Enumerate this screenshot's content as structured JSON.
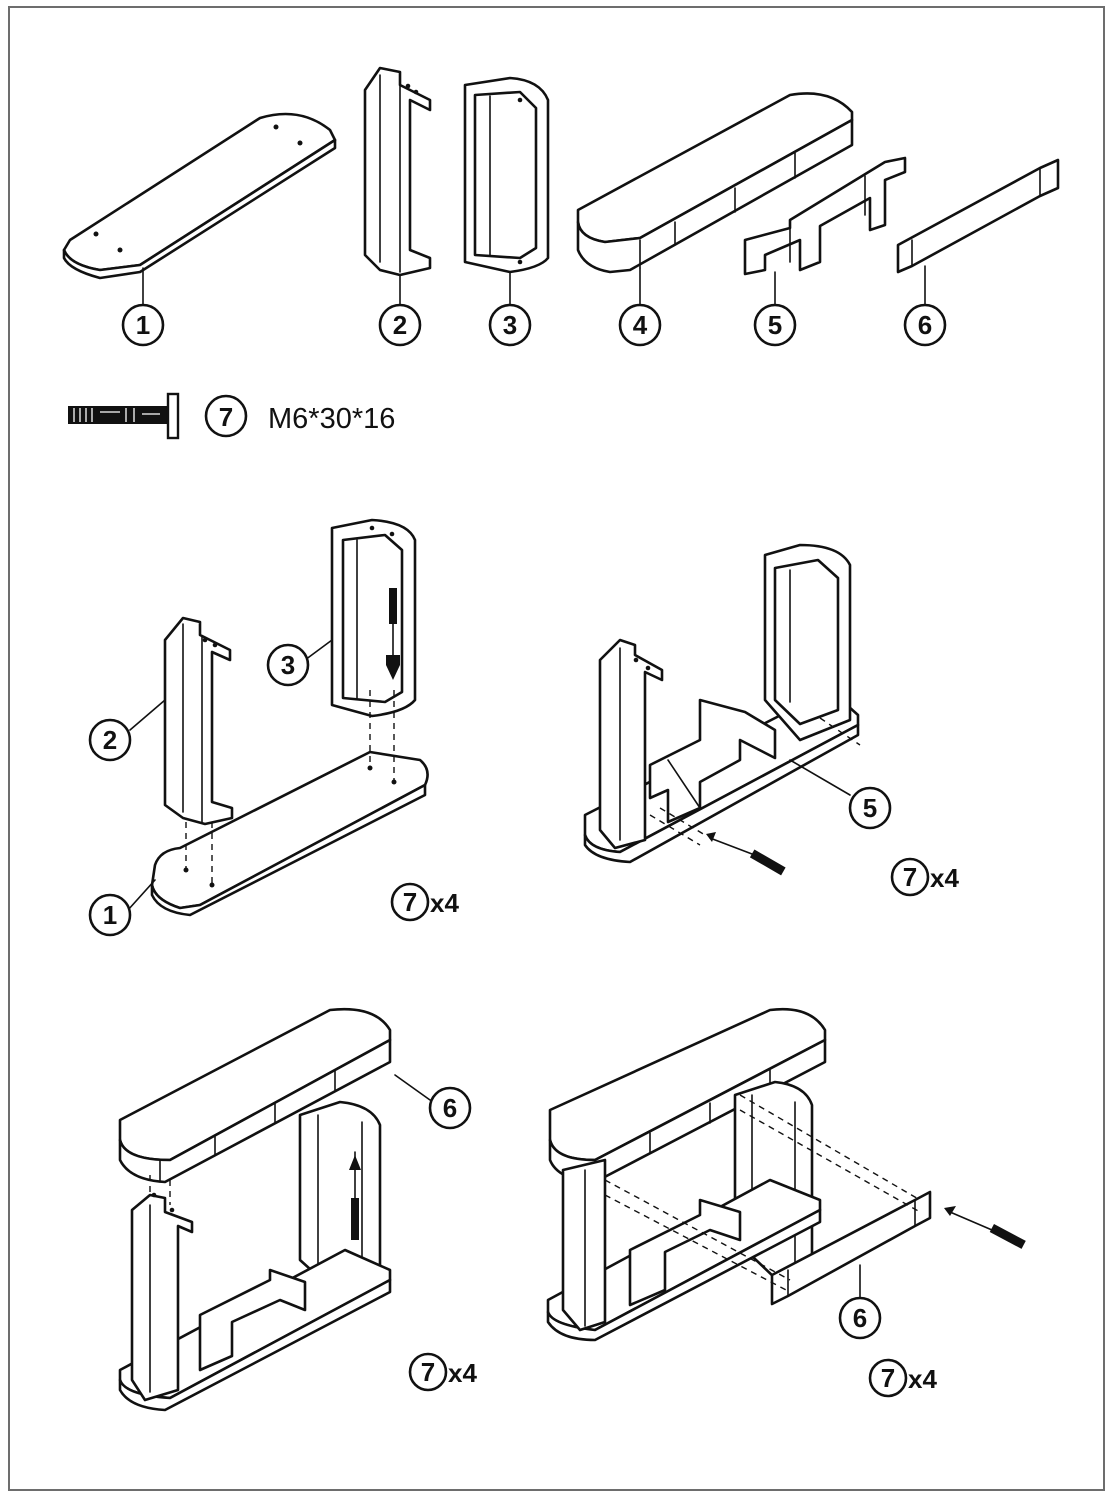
{
  "parts": {
    "p1": "1",
    "p2": "2",
    "p3": "3",
    "p4": "4",
    "p5": "5",
    "p6": "6",
    "p7": "7"
  },
  "hardware": {
    "number": "7",
    "spec": "M6*30*16"
  },
  "steps": [
    {
      "callouts": [
        "2",
        "3",
        "1"
      ],
      "qty_number": "7",
      "qty": "x4"
    },
    {
      "callouts": [
        "5"
      ],
      "qty_number": "7",
      "qty": "x4"
    },
    {
      "callouts": [
        "6"
      ],
      "qty_number": "7",
      "qty": "x4"
    },
    {
      "callouts": [
        "6"
      ],
      "qty_number": "7",
      "qty": "x4"
    }
  ]
}
